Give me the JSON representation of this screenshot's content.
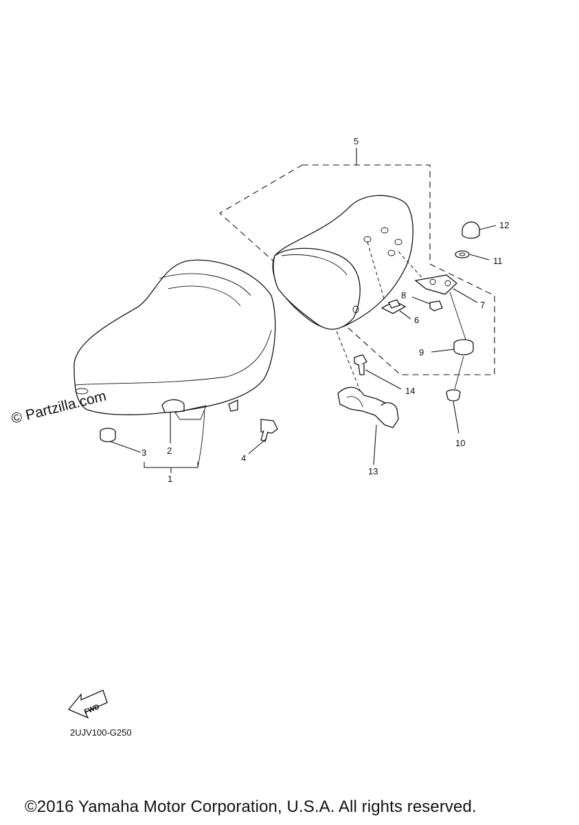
{
  "watermark": "© Partzilla.com",
  "diagram_code": "2UJV100-G250",
  "fwd_label": "FWD",
  "copyright": "©2016 Yamaha Motor Corporation, U.S.A. All rights reserved.",
  "callouts": {
    "c1": "1",
    "c2": "2",
    "c3": "3",
    "c4": "4",
    "c5": "5",
    "c6": "6",
    "c7": "7",
    "c8": "8",
    "c9": "9",
    "c10": "10",
    "c11": "11",
    "c12": "12",
    "c13": "13",
    "c14": "14"
  }
}
